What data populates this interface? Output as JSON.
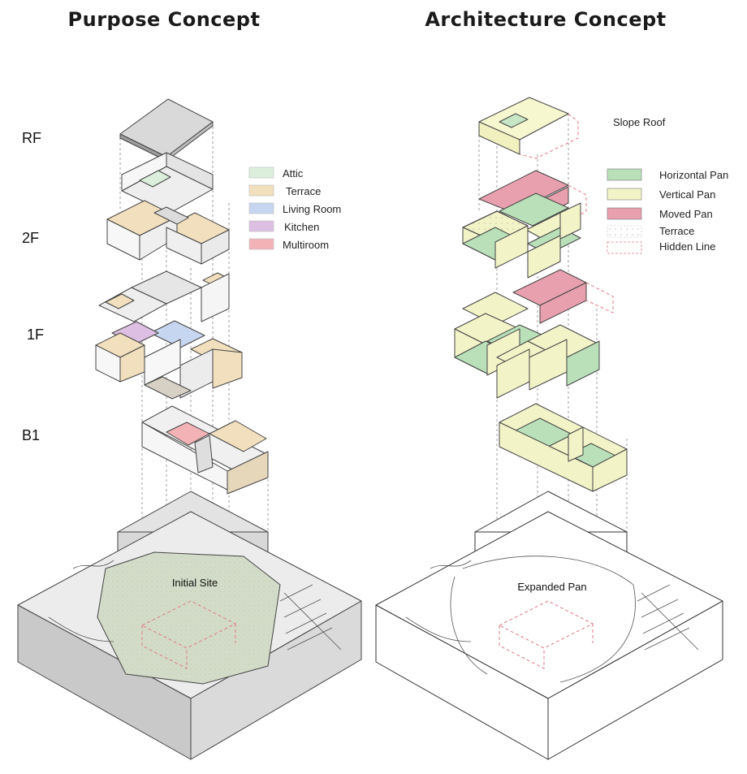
{
  "titles": {
    "left": "Purpose Concept",
    "right": "Architecture Concept"
  },
  "floors": [
    "RF",
    "2F",
    "1F",
    "B1"
  ],
  "purpose_legend": [
    {
      "label": "Attic",
      "color": "#dcefdc"
    },
    {
      "label": "Terrace",
      "color": "#f2dfbd"
    },
    {
      "label": "Living Room",
      "color": "#c7d6f0"
    },
    {
      "label": "Kitchen",
      "color": "#dcbfe2"
    },
    {
      "label": "Multiroom",
      "color": "#f3b3b6"
    }
  ],
  "architecture_legend": [
    {
      "label": "Horizontal Pan",
      "color": "#b9e0b9"
    },
    {
      "label": "Vertical Pan",
      "color": "#f3f3c8"
    },
    {
      "label": "Moved Pan",
      "color": "#e9a0ae"
    },
    {
      "label": "Terrace"
    },
    {
      "label": "Hidden Line"
    }
  ],
  "annotations": {
    "slope_roof": "Slope Roof",
    "initial_site": "Initial Site",
    "expanded_pan": "Expanded Pan"
  }
}
